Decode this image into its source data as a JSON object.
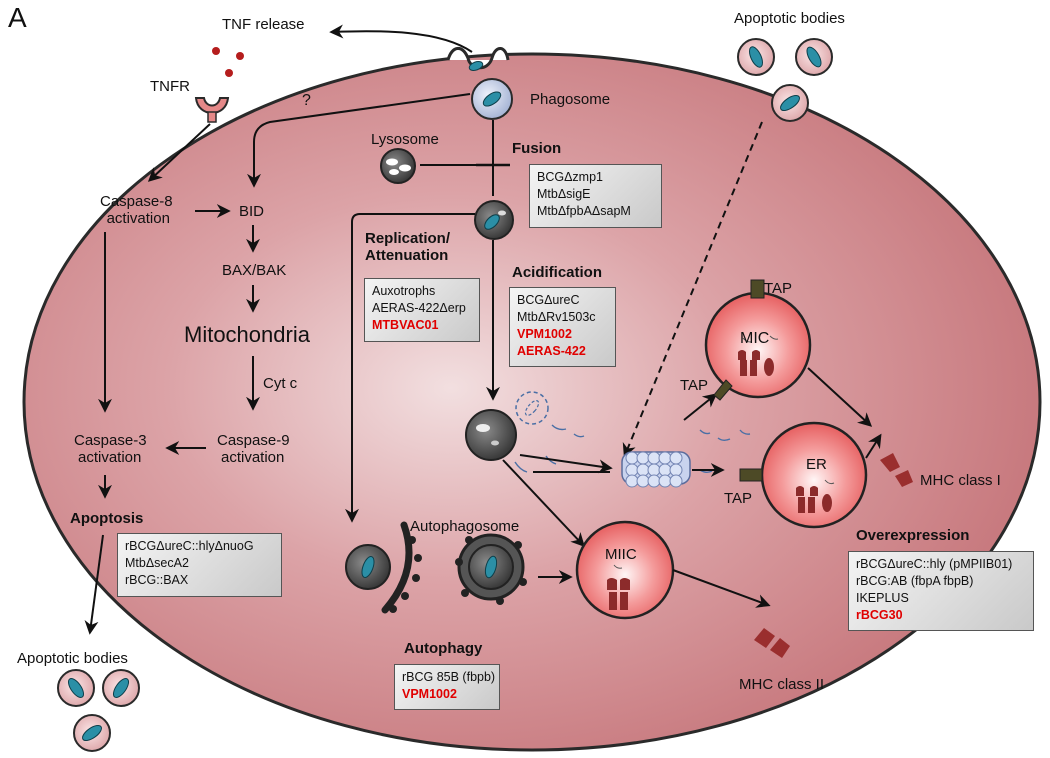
{
  "panel_label": "A",
  "labels": {
    "tnf_release": "TNF release",
    "apoptotic_bodies_top": "Apoptotic bodies",
    "apoptotic_bodies_bottom": "Apoptotic bodies",
    "tnfr": "TNFR",
    "question": "?",
    "phagosome": "Phagosome",
    "lysosome": "Lysosome",
    "fusion": "Fusion",
    "caspase8_line1": "Caspase-8",
    "caspase8_line2": "activation",
    "bid": "BID",
    "bax_bak": "BAX/BAK",
    "mitochondria": "Mitochondria",
    "cyt_c": "Cyt c",
    "caspase9_line1": "Caspase-9",
    "caspase9_line2": "activation",
    "caspase3_line1": "Caspase-3",
    "caspase3_line2": "activation",
    "apoptosis": "Apoptosis",
    "replication_line1": "Replication/",
    "replication_line2": "Attenuation",
    "acidification": "Acidification",
    "autophagosome": "Autophagosome",
    "autophagy": "Autophagy",
    "mic": "MIC",
    "er": "ER",
    "miic": "MIIC",
    "tap_top": "TAP",
    "tap_mid": "TAP",
    "tap_bottom": "TAP",
    "mhc1": "MHC class I",
    "mhc2": "MHC class II",
    "overexpression": "Overexpression"
  },
  "boxes": {
    "fusion": [
      "BCGΔzmp1",
      "MtbΔsigE",
      "MtbΔfpbAΔsapM"
    ],
    "replication": [
      "Auxotrophs",
      "AERAS-422Δerp",
      "MTBVAC01"
    ],
    "acidification": [
      "BCGΔureC",
      "MtbΔRv1503c",
      "VPM1002",
      "AERAS-422"
    ],
    "apoptosis": [
      "rBCGΔureC::hlyΔnuoG",
      "MtbΔsecA2",
      "rBCG::BAX"
    ],
    "autophagy": [
      "rBCG 85B (fbpb)",
      "VPM1002"
    ],
    "overexpression": [
      "rBCGΔureC::hly (pMPIIB01)",
      "rBCG:AB (fbpA fbpB)",
      "IKEPLUS",
      "rBCG30"
    ]
  },
  "colors": {
    "cell_fill": "#cc8489",
    "cell_stroke": "#2a2a2a",
    "highlight_red": "#e00000",
    "bacterium": "#2b8fa6"
  }
}
